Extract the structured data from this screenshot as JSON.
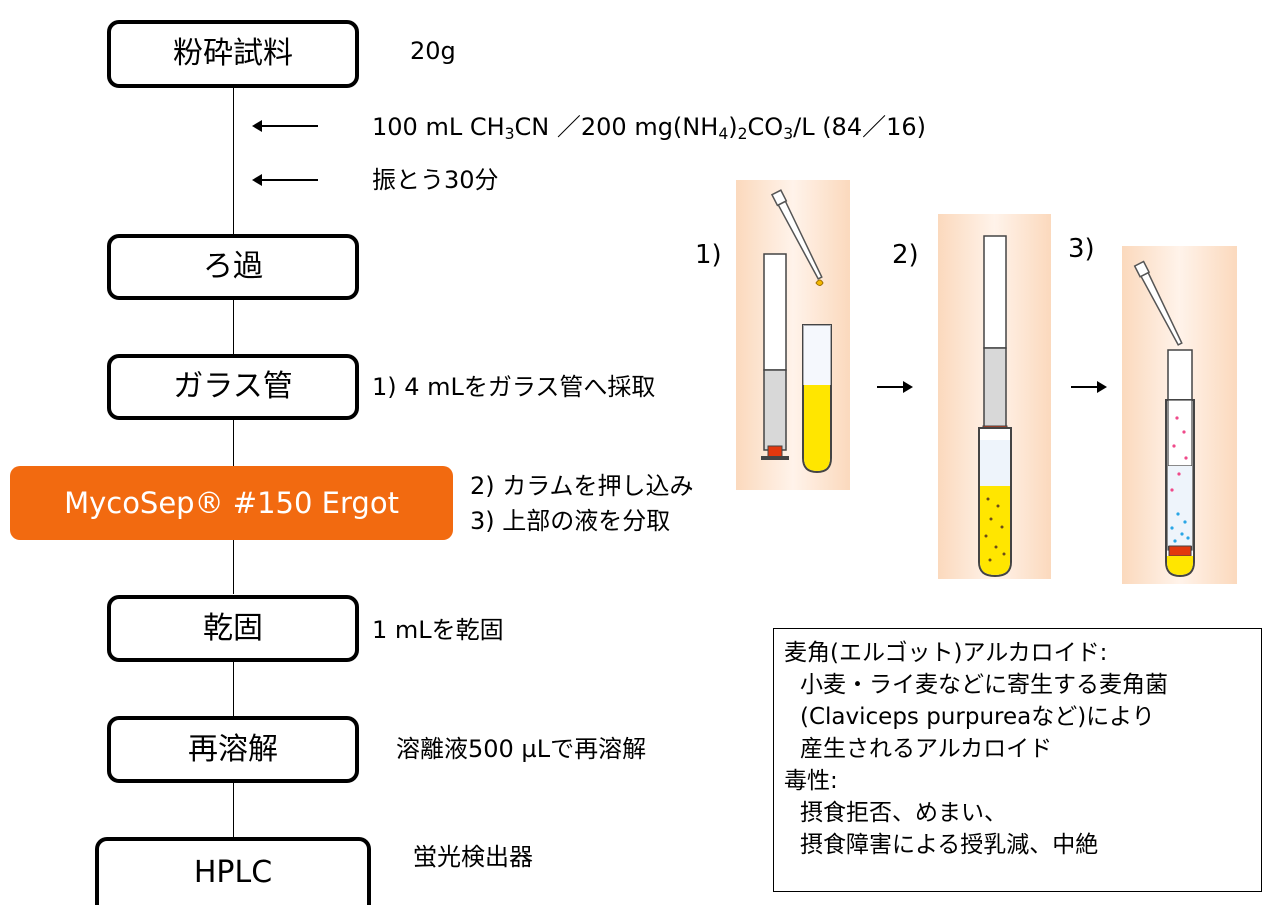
{
  "flow": {
    "steps": [
      {
        "label": "粉砕試料",
        "note": "20g"
      },
      {
        "label": "ろ過"
      },
      {
        "label": "ガラス管",
        "note": "1) 4 mLをガラス管へ採取"
      },
      {
        "label": "MycoSep® #150 Ergot",
        "note_lines": [
          "2) カラムを押し込み",
          "3) 上部の液を分取"
        ]
      },
      {
        "label": "乾固",
        "note": "1 mLを乾固"
      },
      {
        "label": "再溶解",
        "note": "溶離液500 µLで再溶解"
      },
      {
        "label": "HPLC",
        "note": "蛍光検出器"
      }
    ],
    "additions": {
      "solvent": {
        "part1": "100 mL CH",
        "sub1": "3",
        "part2": "CN ／200 mg(NH",
        "sub2": "4",
        "part3": ")",
        "sub3": "2",
        "part4": "CO",
        "sub4": "3",
        "part5": "/L (84／16)"
      },
      "shake": "振とう30分"
    }
  },
  "illustration": {
    "labels": [
      "1)",
      "2)",
      "3)"
    ]
  },
  "info": {
    "lines": [
      "麦角(エルゴット)アルカロイド:",
      "小麦・ライ麦などに寄生する麦角菌",
      "(Claviceps purpureaなど)により",
      "産生されるアルカロイド",
      "毒性:",
      "摂食拒否、めまい、",
      "摂食障害による授乳減、中絶"
    ]
  },
  "colors": {
    "accent_orange": "#f26a10",
    "liquid_yellow": "#ffe600",
    "panel_bg": "#fde4cf",
    "frit_red": "#e2380e"
  }
}
